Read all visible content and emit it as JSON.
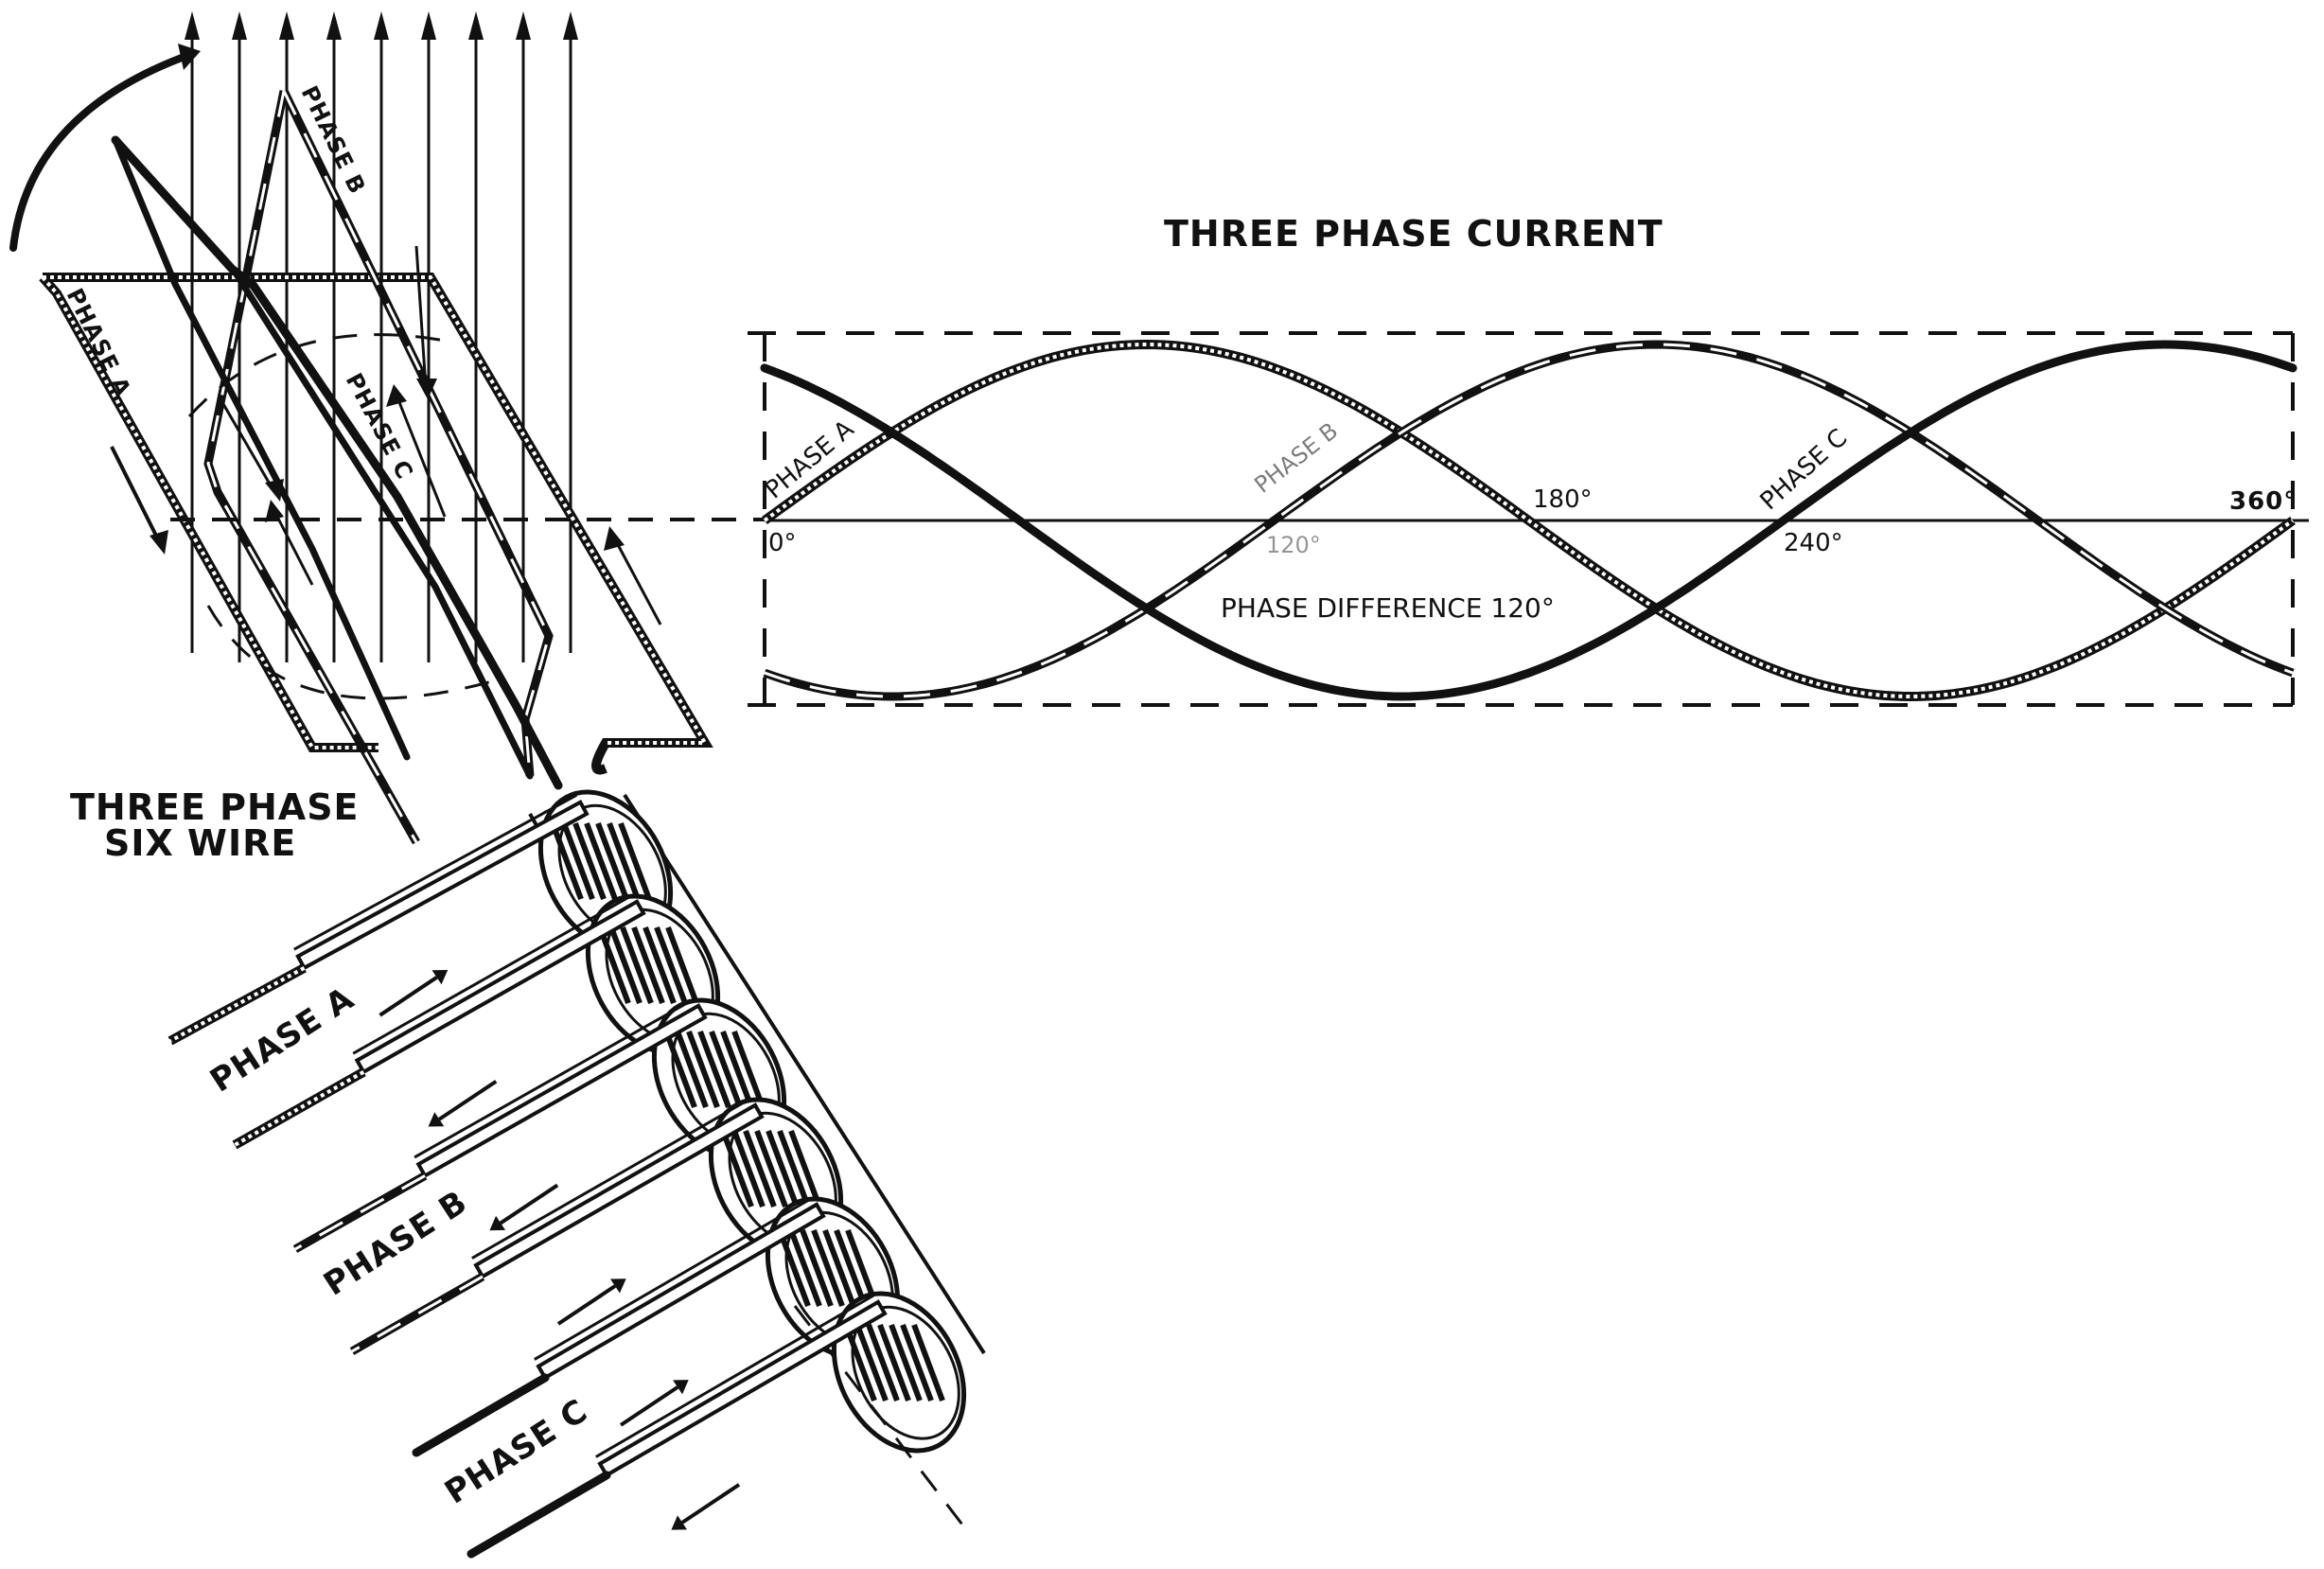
{
  "diagram": {
    "chart_title": "THREE PHASE CURRENT",
    "generator_title_line1": "THREE PHASE",
    "generator_title_line2": "SIX WIRE",
    "phase_difference_label": "PHASE DIFFERENCE 120°",
    "coil_labels": {
      "phase_a": "PHASE A",
      "phase_b": "PHASE B",
      "phase_c": "PHASE C"
    },
    "lead_labels": {
      "phase_a": "PHASE A",
      "phase_b": "PHASE B",
      "phase_c": "PHASE C"
    },
    "lead_current_directions": [
      "out",
      "in",
      "in",
      "out",
      "out",
      "in"
    ],
    "flux_arrow_count": 9,
    "rotation_direction": "clockwise"
  },
  "chart_data": {
    "type": "line",
    "title": "THREE PHASE CURRENT",
    "xlabel": "",
    "ylabel": "",
    "x_unit": "degrees",
    "xlim": [
      0,
      360
    ],
    "ylim": [
      -1,
      1
    ],
    "x_tick_labels": [
      {
        "x": 0,
        "label": "0°"
      },
      {
        "x": 120,
        "label": "120°"
      },
      {
        "x": 180,
        "label": "180°"
      },
      {
        "x": 240,
        "label": "240°"
      },
      {
        "x": 360,
        "label": "360°"
      }
    ],
    "annotations": [
      {
        "text": "PHASE DIFFERENCE 120°"
      }
    ],
    "series": [
      {
        "name": "PHASE A",
        "style": "hatched",
        "phase_offset_deg": 0,
        "x": [
          0,
          30,
          60,
          90,
          120,
          150,
          180,
          210,
          240,
          270,
          300,
          330,
          360
        ],
        "values": [
          0,
          0.5,
          0.87,
          1,
          0.87,
          0.5,
          0,
          -0.5,
          -0.87,
          -1,
          -0.87,
          -0.5,
          0
        ]
      },
      {
        "name": "PHASE B",
        "style": "dashed",
        "phase_offset_deg": 120,
        "x": [
          0,
          30,
          60,
          90,
          120,
          150,
          180,
          210,
          240,
          270,
          300,
          330,
          360
        ],
        "values": [
          -0.87,
          -1,
          -0.87,
          -0.5,
          0,
          0.5,
          0.87,
          1,
          0.87,
          0.5,
          0,
          -0.5,
          -0.87
        ]
      },
      {
        "name": "PHASE C",
        "style": "solid",
        "phase_offset_deg": 240,
        "x": [
          0,
          30,
          60,
          90,
          120,
          150,
          180,
          210,
          240,
          270,
          300,
          330,
          360
        ],
        "values": [
          0.87,
          0.5,
          0,
          -0.5,
          -0.87,
          -1,
          -0.87,
          -0.5,
          0,
          0.5,
          0.87,
          1,
          0.87
        ]
      }
    ],
    "grid": false,
    "legend": "none (inline labels)"
  }
}
